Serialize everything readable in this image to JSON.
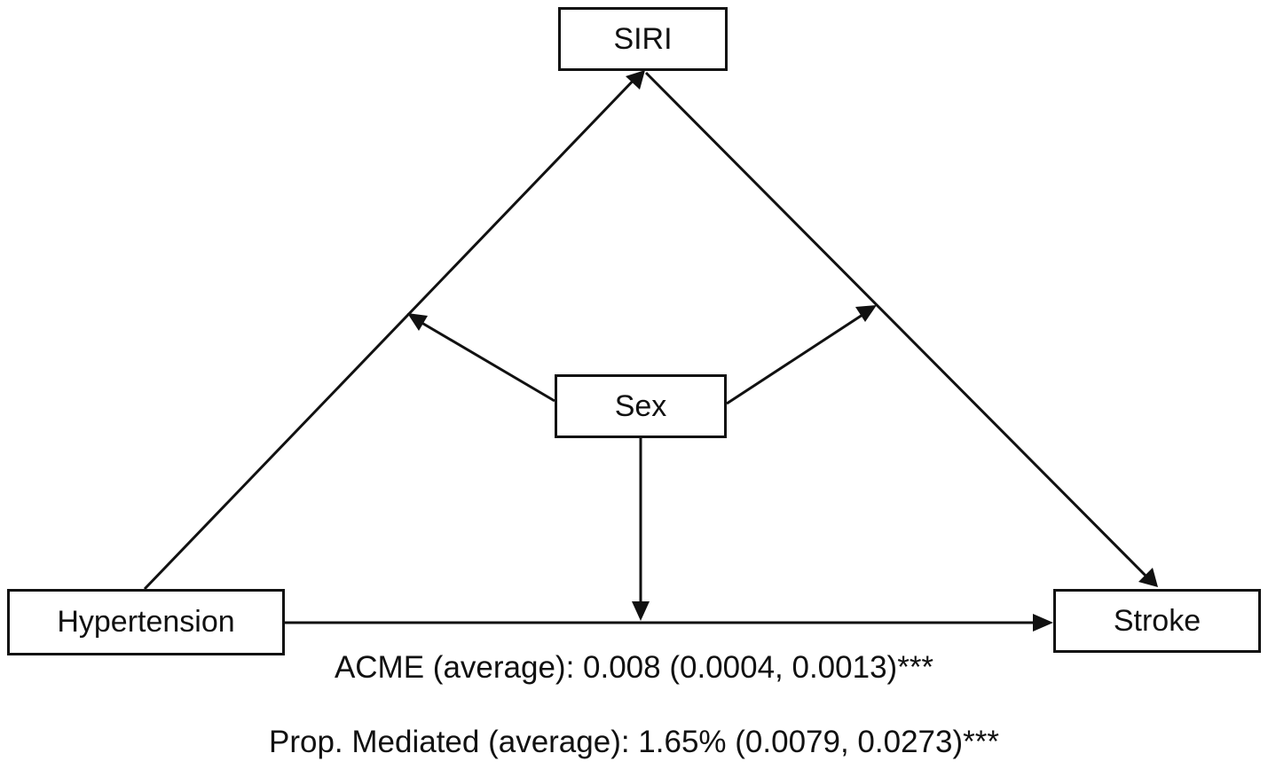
{
  "nodes": {
    "mediator": "SIRI",
    "moderator": "Sex",
    "exposure": "Hypertension",
    "outcome": "Stroke"
  },
  "statistics": {
    "acme": "ACME (average): 0.008 (0.0004, 0.0013)***",
    "proportion_mediated": "Prop. Mediated (average): 1.65% (0.0079, 0.0273)***"
  },
  "colors": {
    "line": "#111111",
    "background": "#ffffff"
  },
  "edges": [
    {
      "from": "Hypertension",
      "to": "SIRI"
    },
    {
      "from": "SIRI",
      "to": "Stroke"
    },
    {
      "from": "Hypertension",
      "to": "Stroke"
    },
    {
      "from": "Sex",
      "to": "Hypertension→SIRI path"
    },
    {
      "from": "Sex",
      "to": "SIRI→Stroke path"
    },
    {
      "from": "Sex",
      "to": "Hypertension→Stroke path"
    }
  ]
}
